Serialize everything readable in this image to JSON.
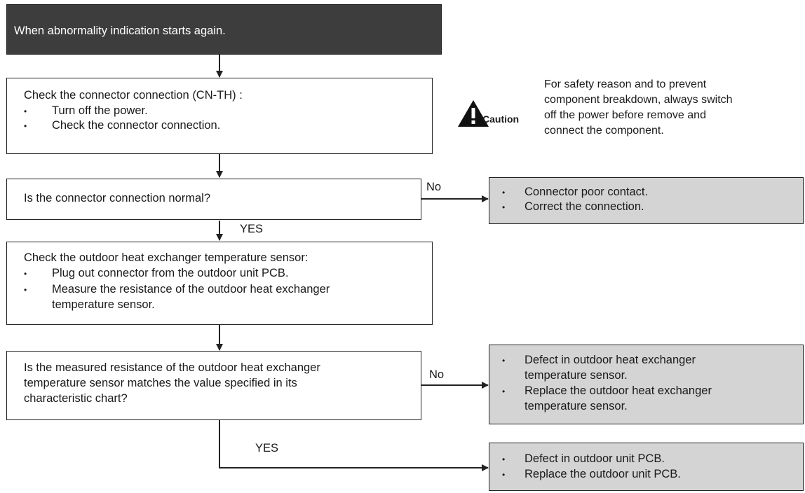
{
  "start_box": {
    "text": "When abnormality indication starts again."
  },
  "check_connector": {
    "title": "Check the connector connection (CN-TH) :",
    "bullets": [
      "Turn off the power.",
      "Check the connector connection."
    ]
  },
  "caution": {
    "label": "Caution",
    "lines": [
      "For safety reason and to prevent",
      "component breakdown, always switch",
      "off the power before remove and",
      "connect the component."
    ]
  },
  "decision_connector": {
    "text": "Is the connector connection normal?"
  },
  "result_connector": {
    "bullets": [
      "Connector poor contact.",
      "Correct the connection."
    ]
  },
  "check_sensor": {
    "title": "Check the outdoor heat exchanger temperature sensor:",
    "bullets": [
      "Plug out connector from the outdoor unit PCB.",
      "Measure the resistance of the outdoor heat exchanger",
      "temperature sensor."
    ]
  },
  "decision_sensor": {
    "lines": [
      "Is the measured resistance of the outdoor heat exchanger",
      "temperature sensor matches the value specified in its",
      "characteristic chart?"
    ]
  },
  "result_sensor": {
    "bullets": [
      "Defect in outdoor heat exchanger",
      "temperature sensor.",
      "Replace the outdoor heat exchanger",
      "temperature sensor."
    ]
  },
  "result_pcb": {
    "bullets": [
      "Defect in outdoor unit PCB.",
      "Replace the outdoor unit PCB."
    ]
  },
  "labels": {
    "no": "No",
    "yes": "YES",
    "bullet": "•"
  }
}
